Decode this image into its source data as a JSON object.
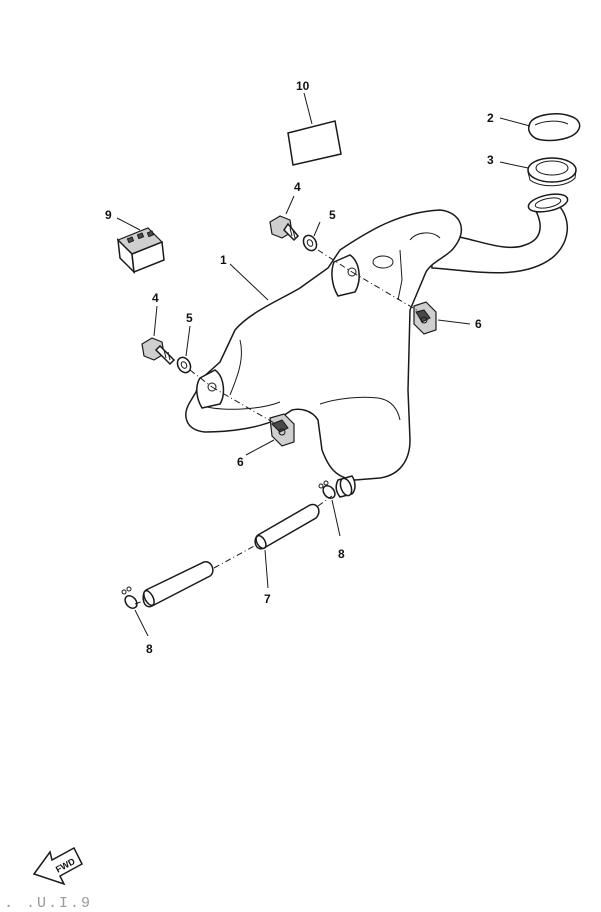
{
  "labels": {
    "tank": "1",
    "cap": "2",
    "gasket": "3",
    "bolt_upper": "4",
    "bolt_lower": "4",
    "washer_upper": "5",
    "washer_lower": "5",
    "nut_right": "6",
    "nut_lower": "6",
    "hose": "7",
    "clip_right": "8",
    "clip_left": "8",
    "relay": "9",
    "label_sheet": "10"
  },
  "fwd": "FWD",
  "code": ". .U.I.9"
}
